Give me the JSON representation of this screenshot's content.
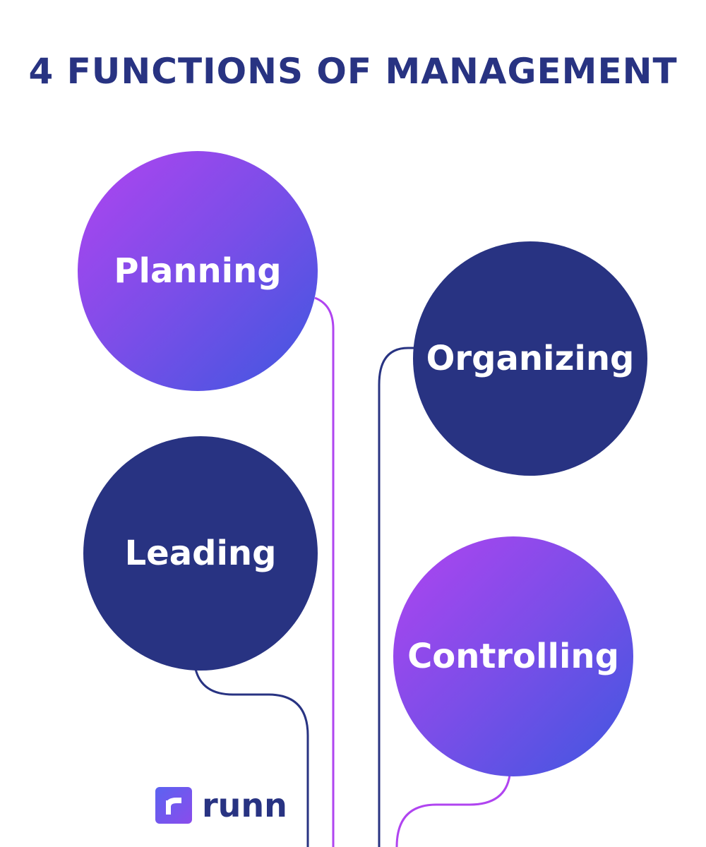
{
  "title": "4 FUNCTIONS OF MANAGEMENT",
  "functions": {
    "planning": "Planning",
    "organizing": "Organizing",
    "leading": "Leading",
    "controlling": "Controlling"
  },
  "brand": {
    "name": "runn",
    "navy": "#283382",
    "purple": "#b044f0",
    "blue": "#3f57e0"
  }
}
